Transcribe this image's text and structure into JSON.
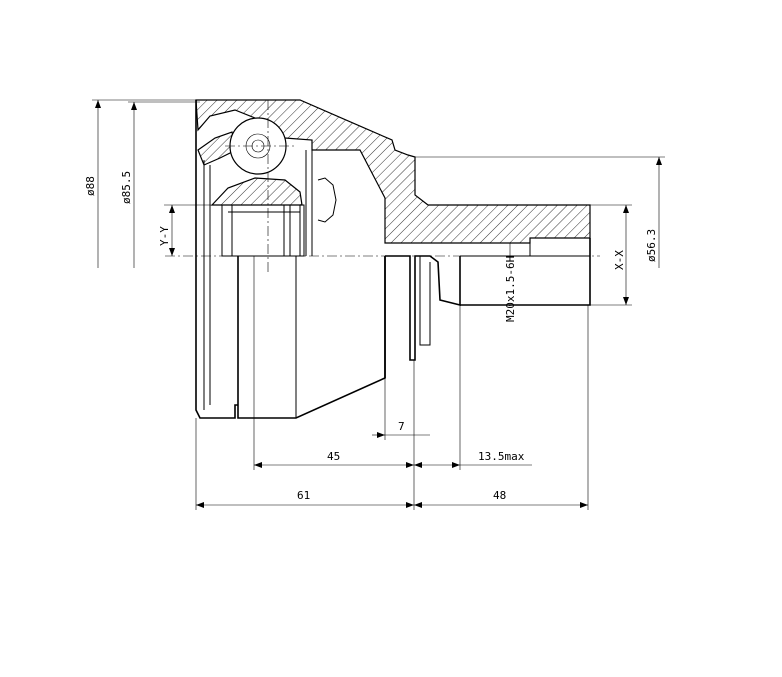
{
  "drawing": {
    "dimensions": {
      "dia_88": "ø88",
      "dia_85_5": "ø85.5",
      "axis_yy": "Y-Y",
      "axis_xx": "X-X",
      "dia_56_3": "ø56.3",
      "thread": "M20x1.5-6H",
      "len_7": "7",
      "len_45": "45",
      "len_13_5": "13.5max",
      "len_61": "61",
      "len_48": "48"
    }
  }
}
